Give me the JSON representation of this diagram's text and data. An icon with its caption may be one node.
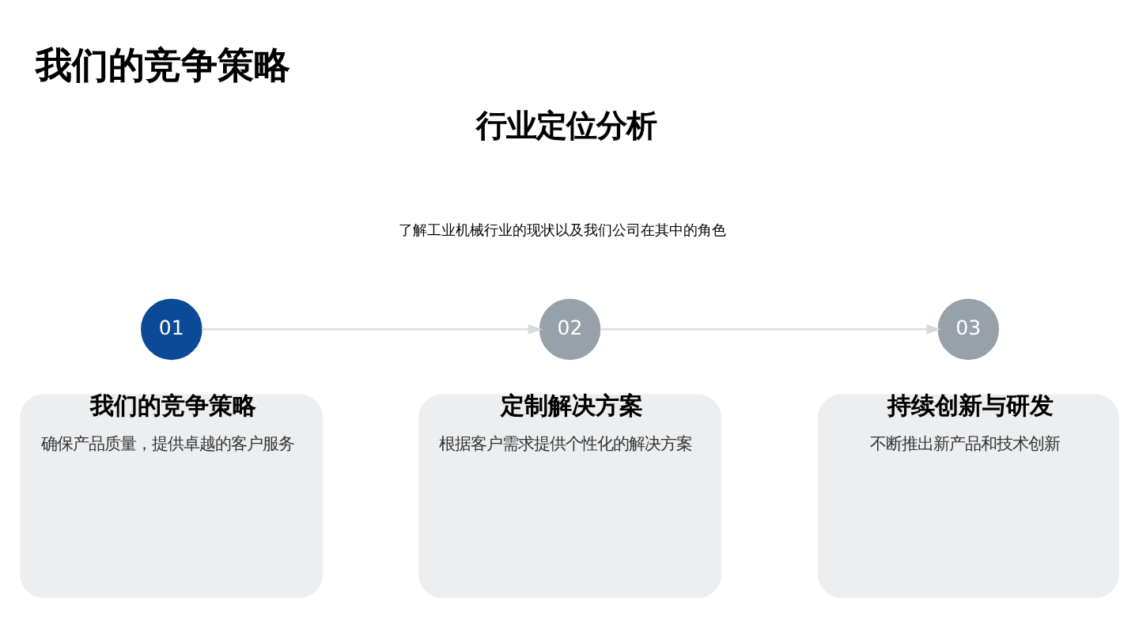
{
  "diagram": {
    "title": "我们的竞争策略",
    "nodes": [
      {
        "text": [
          "01"
        ]
      },
      {
        "text": [
          "02"
        ]
      },
      {
        "text": [
          "03"
        ]
      },
      {
        "text": [
          "我们的竞争策略",
          "确保产品质量，提供卓越的客户服务"
        ]
      },
      {
        "text": [
          "定制解决方案",
          "根据客户需求提供个性化的解决方案"
        ]
      },
      {
        "text": [
          "持续创新与研发",
          "不断推出新产品和技术创新"
        ]
      }
    ],
    "edges": [
      {
        "from": 0,
        "to": 1,
        "arrow": "to"
      },
      {
        "from": 1,
        "to": 2,
        "arrow": "to"
      }
    ],
    "labels": [
      "行业定位分析",
      "了解工业机械行业的现状以及我们公司在其中的角色"
    ]
  }
}
